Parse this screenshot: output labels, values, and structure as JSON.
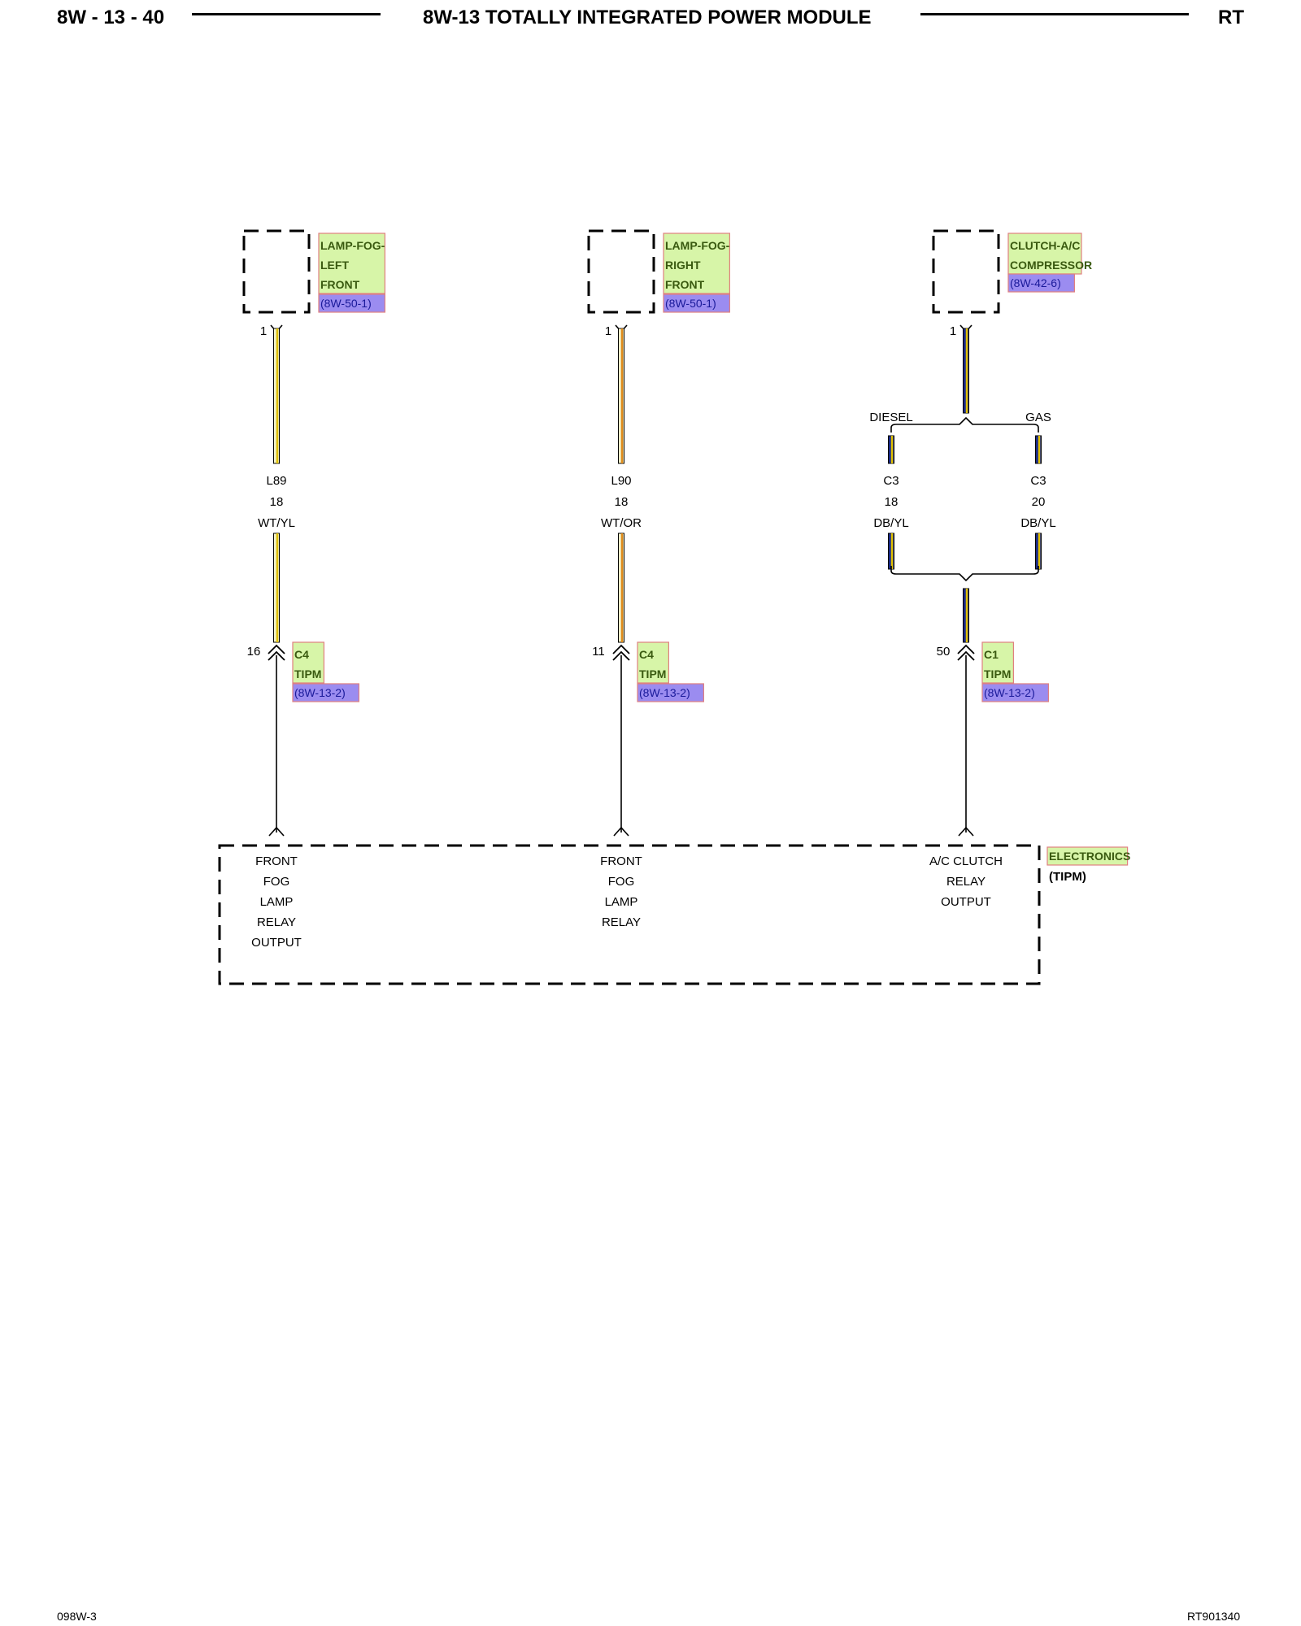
{
  "header": {
    "page_number": "8W - 13 - 40",
    "title": "8W-13 TOTALLY INTEGRATED POWER MODULE",
    "code": "RT"
  },
  "footer": {
    "left": "098W-3",
    "right": "RT901340"
  },
  "colors": {
    "wire_wt": "#f2f2c8",
    "wire_yl": "#e0c000",
    "wire_or": "#e08a1a",
    "wire_db": "#1a2a8a",
    "tag_fill": "#d7f5a8",
    "tag_border": "#e08080",
    "ref_fill": "#9b8cf0"
  },
  "circuits": [
    {
      "component_name": [
        "LAMP-FOG-",
        "LEFT",
        "FRONT"
      ],
      "component_ref": "(8W-50-1)",
      "component_pin": "1",
      "wire": {
        "circuit": "L89",
        "gauge": "18",
        "color": "WT/YL"
      },
      "connector_pin": "16",
      "connector_name": [
        "C4",
        "TIPM"
      ],
      "connector_ref": "(8W-13-2)",
      "output_label": [
        "FRONT",
        "FOG",
        "LAMP",
        "RELAY",
        "OUTPUT"
      ]
    },
    {
      "component_name": [
        "LAMP-FOG-",
        "RIGHT",
        "FRONT"
      ],
      "component_ref": "(8W-50-1)",
      "component_pin": "1",
      "wire": {
        "circuit": "L90",
        "gauge": "18",
        "color": "WT/OR"
      },
      "connector_pin": "11",
      "connector_name": [
        "C4",
        "TIPM"
      ],
      "connector_ref": "(8W-13-2)",
      "output_label": [
        "FRONT",
        "FOG",
        "LAMP",
        "RELAY"
      ]
    },
    {
      "component_name": [
        "CLUTCH-A/C",
        "COMPRESSOR"
      ],
      "component_ref": "(8W-42-6)",
      "component_pin": "1",
      "branch_labels": [
        "DIESEL",
        "GAS"
      ],
      "branches": [
        {
          "circuit": "C3",
          "gauge": "18",
          "color": "DB/YL"
        },
        {
          "circuit": "C3",
          "gauge": "20",
          "color": "DB/YL"
        }
      ],
      "connector_pin": "50",
      "connector_name": [
        "C1",
        "TIPM"
      ],
      "connector_ref": "(8W-13-2)",
      "output_label": [
        "A/C CLUTCH",
        "RELAY",
        "OUTPUT"
      ]
    }
  ],
  "module": {
    "name": "ELECTRONICS",
    "subname": "(TIPM)"
  }
}
